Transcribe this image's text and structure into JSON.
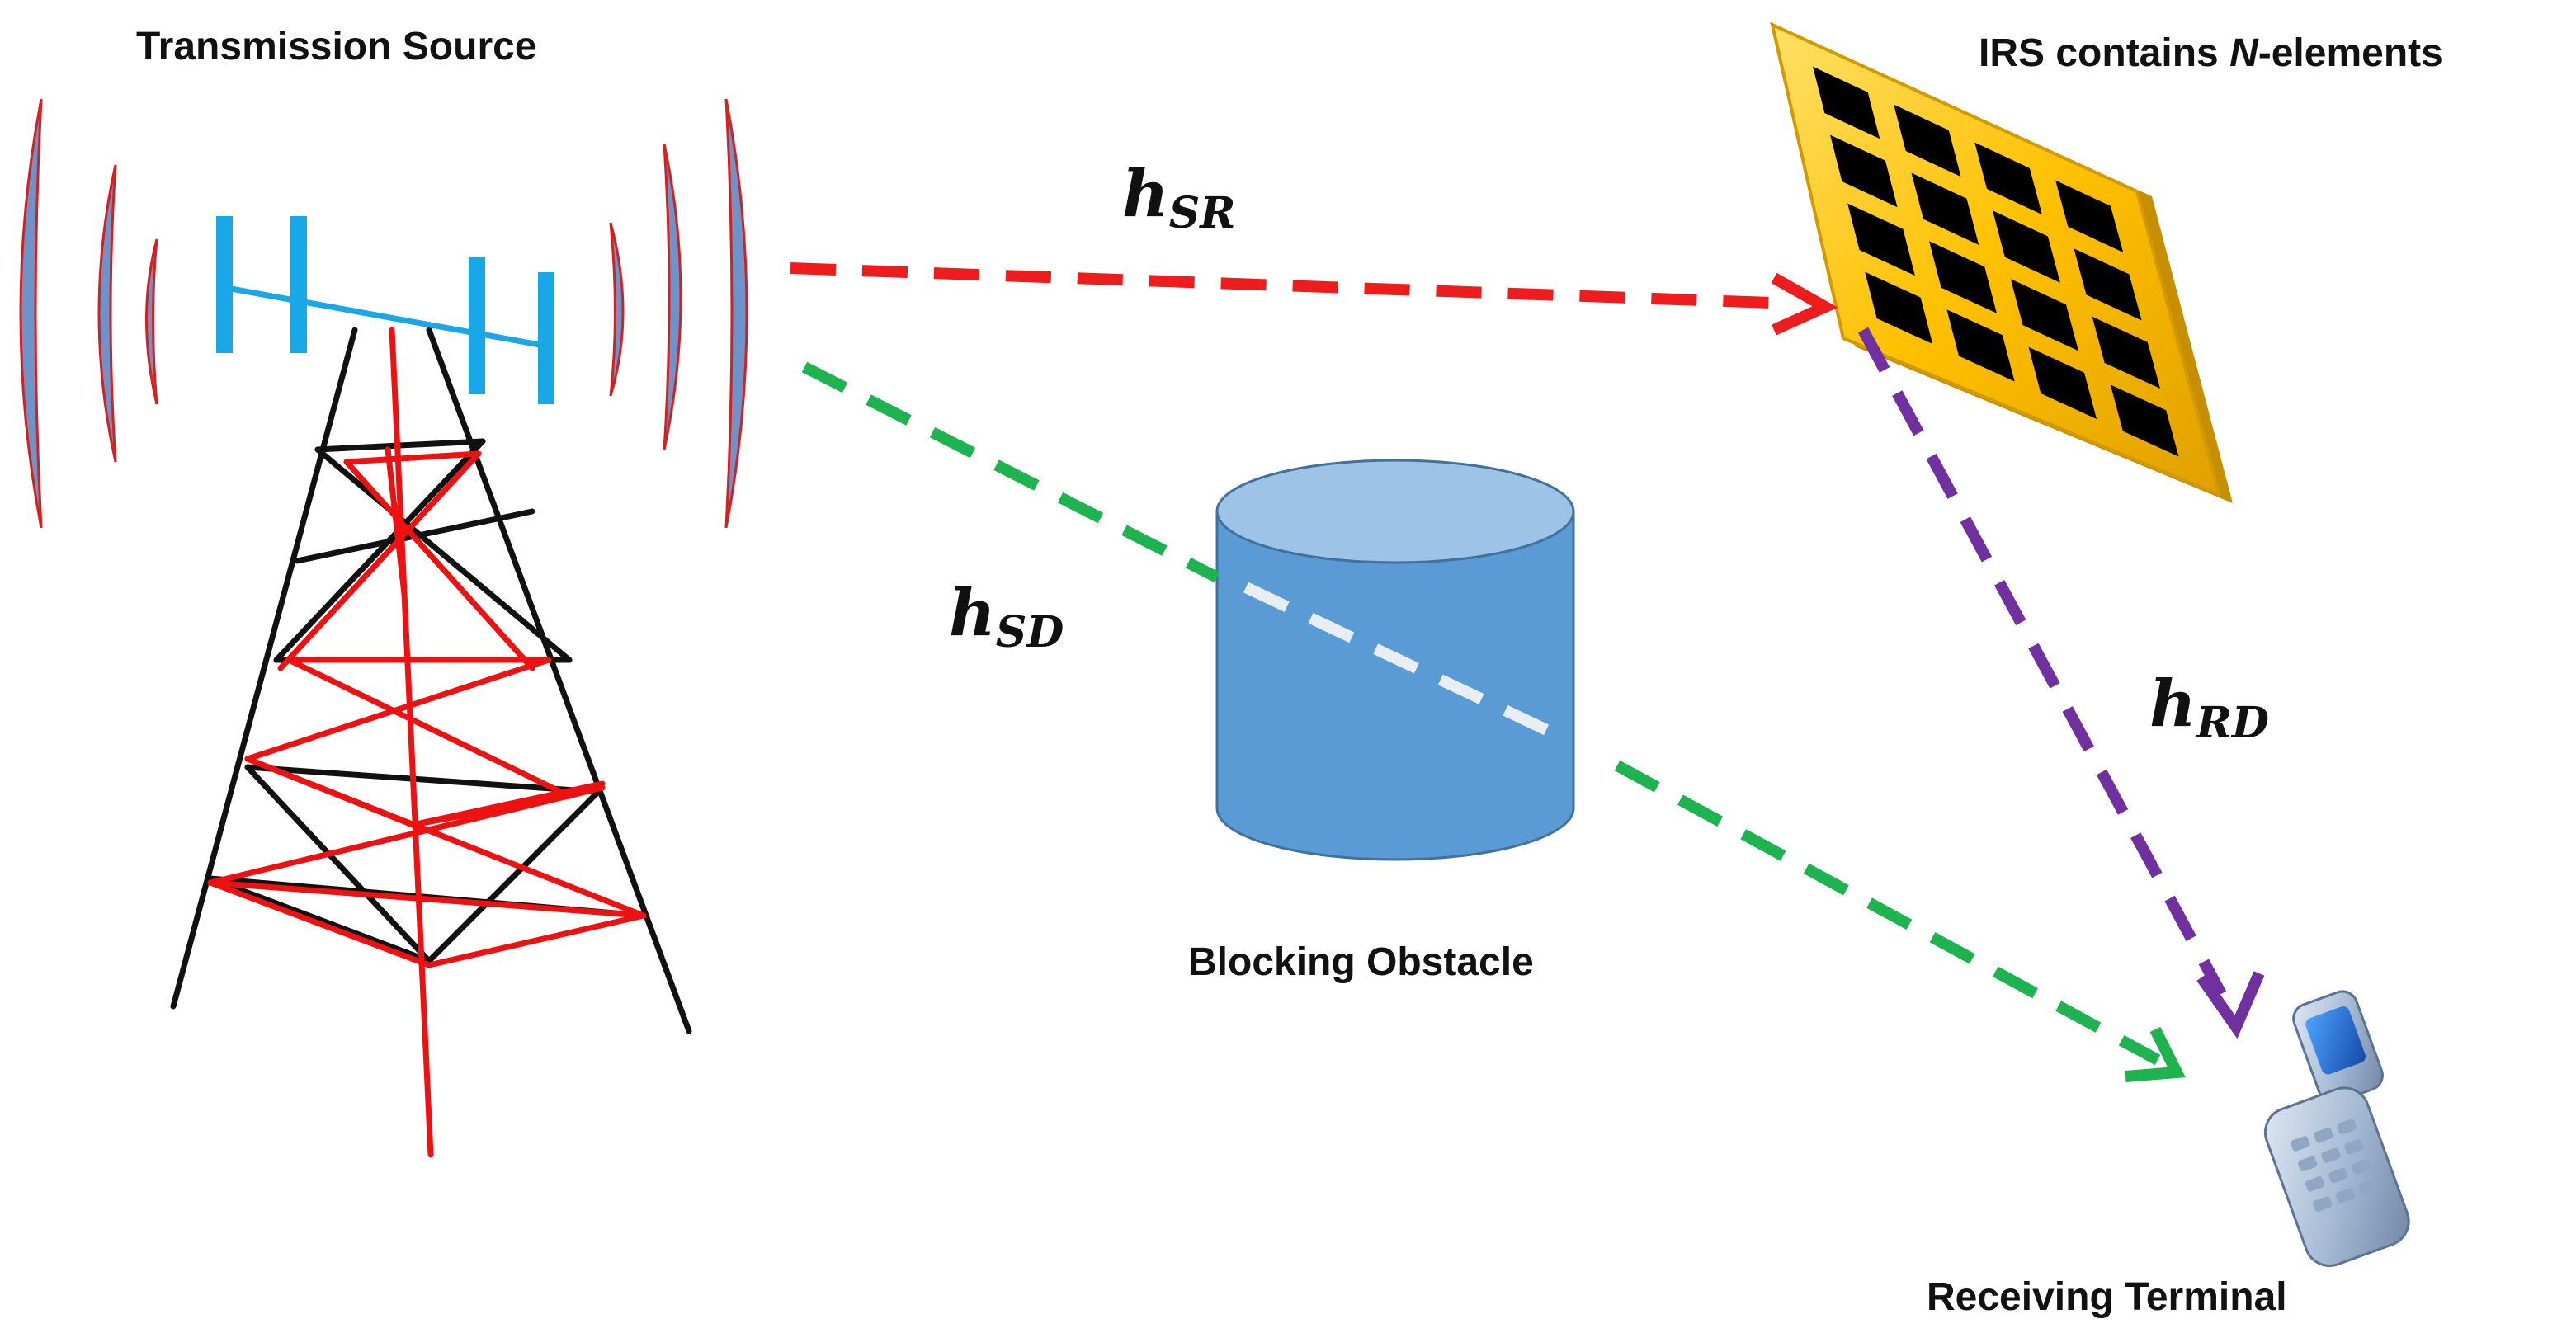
{
  "labels": {
    "transmission_source": "Transmission Source",
    "irs_prefix": "IRS contains ",
    "irs_n": "N",
    "irs_suffix": "-elements",
    "blocking_obstacle": "Blocking Obstacle",
    "receiving_terminal": "Receiving Terminal"
  },
  "channels": {
    "sr": {
      "main": "h",
      "sub": "SR"
    },
    "sd": {
      "main": "h",
      "sub": "SD"
    },
    "rd": {
      "main": "h",
      "sub": "RD"
    }
  },
  "colors": {
    "path_sr": "#ee1c1c",
    "path_sd": "#1db34f",
    "path_rd": "#7030a0",
    "path_blocked": "#e8eef4",
    "tower_red": "#ee1111",
    "tower_black": "#111111",
    "antenna": "#1aa7e8",
    "wave_fill": "#6f93c8",
    "wave_edge": "#d62020",
    "obstacle_body": "#5b9bd5",
    "obstacle_top": "#9dc3e6",
    "obstacle_edge": "#41719c",
    "irs_frame": "#ffc000",
    "irs_element": "#000000"
  },
  "icons": {
    "tower": "cell-tower-icon",
    "irs": "irs-panel-icon",
    "obstacle": "cylinder-obstacle-icon",
    "phone": "flip-phone-icon"
  }
}
